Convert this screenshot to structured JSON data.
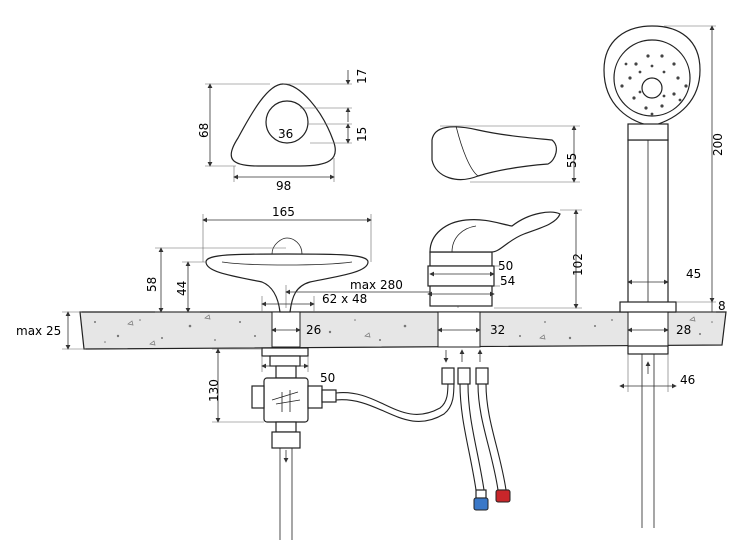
{
  "dimensions": {
    "handle_top": {
      "h17": "17",
      "h68": "68",
      "d36": "36",
      "h15": "15",
      "w98": "98"
    },
    "spout_handle": {
      "h55": "55"
    },
    "knob": {
      "w165": "165",
      "h58": "58",
      "h44": "44",
      "max280": "max 280",
      "hole": "62 x 48"
    },
    "lever": {
      "h50": "50",
      "h54": "54",
      "h102": "102"
    },
    "deck": {
      "max25": "max 25",
      "d26": "26",
      "d32": "32",
      "d28": "28"
    },
    "below": {
      "h130": "130",
      "d50": "50",
      "d46": "46"
    },
    "shower": {
      "h200": "200",
      "d45": "45",
      "h8": "8"
    }
  },
  "colors": {
    "cold_connector": "#3a78c8",
    "hot_connector": "#c8262a",
    "deck_fill": "#e8e8e8"
  }
}
